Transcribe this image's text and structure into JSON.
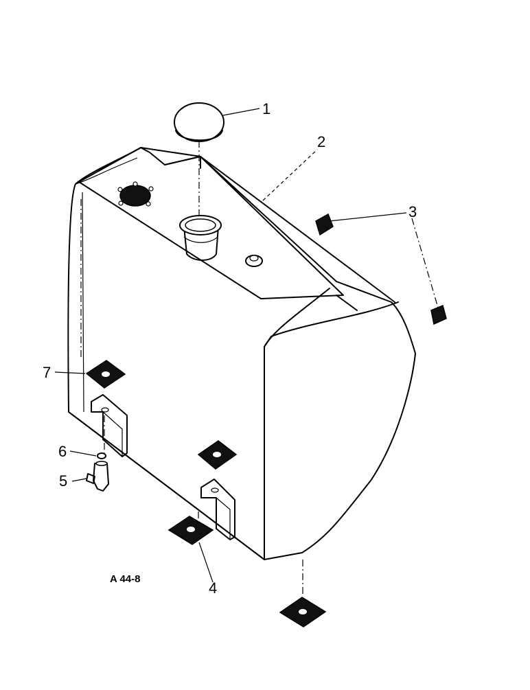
{
  "figure": {
    "reference_code": "A 44-8"
  },
  "callouts": [
    {
      "id": "1",
      "label": "1"
    },
    {
      "id": "2",
      "label": "2"
    },
    {
      "id": "3",
      "label": "3"
    },
    {
      "id": "4",
      "label": "4"
    },
    {
      "id": "5",
      "label": "5"
    },
    {
      "id": "6",
      "label": "6"
    },
    {
      "id": "7",
      "label": "7"
    }
  ],
  "colors": {
    "ink": "#000000",
    "paper": "#ffffff"
  }
}
